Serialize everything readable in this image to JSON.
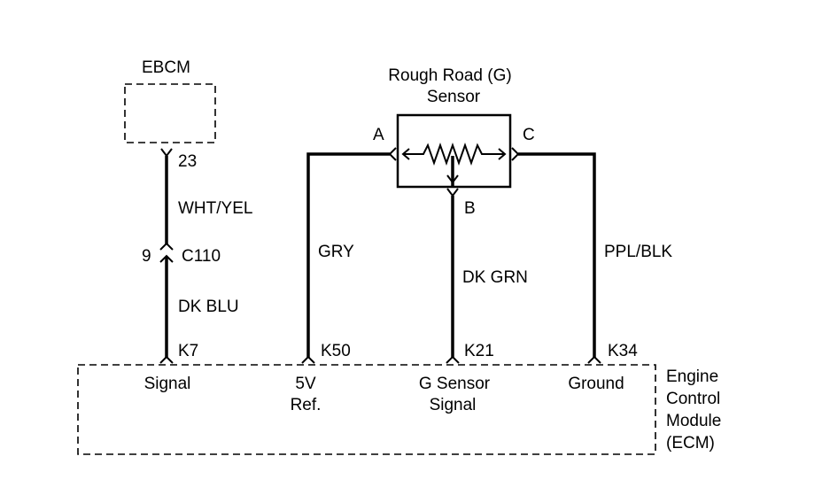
{
  "ebcm": {
    "label": "EBCM",
    "pin": "23"
  },
  "sensor": {
    "title_line1": "Rough Road (G)",
    "title_line2": "Sensor",
    "pin_a": "A",
    "pin_b": "B",
    "pin_c": "C"
  },
  "wires": {
    "wht_yel": "WHT/YEL",
    "dk_blu": "DK BLU",
    "gry": "GRY",
    "dk_grn": "DK GRN",
    "ppl_blk": "PPL/BLK"
  },
  "connector": {
    "pin": "9",
    "name": "C110"
  },
  "ecm": {
    "label_lines": [
      "Engine",
      "Control",
      "Module",
      "(ECM)"
    ],
    "terminals": [
      {
        "pin": "K7",
        "name_line1": "Signal",
        "name_line2": ""
      },
      {
        "pin": "K50",
        "name_line1": "5V",
        "name_line2": "Ref."
      },
      {
        "pin": "K21",
        "name_line1": "G Sensor",
        "name_line2": "Signal"
      },
      {
        "pin": "K34",
        "name_line1": "Ground",
        "name_line2": ""
      }
    ]
  }
}
